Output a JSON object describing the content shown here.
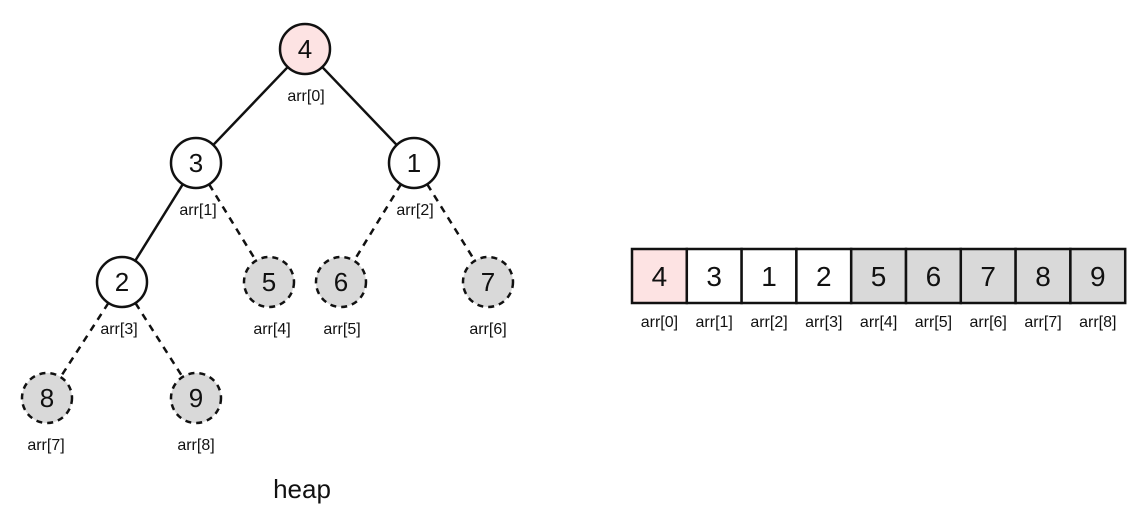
{
  "colors": {
    "highlight": "#fde3e3",
    "sorted": "#d9d9d9",
    "normal": "#ffffff",
    "stroke": "#111111"
  },
  "heap": {
    "caption": "heap",
    "nodes": [
      {
        "value": "4",
        "label": "arr[0]",
        "state": "highlight"
      },
      {
        "value": "3",
        "label": "arr[1]",
        "state": "normal"
      },
      {
        "value": "1",
        "label": "arr[2]",
        "state": "normal"
      },
      {
        "value": "2",
        "label": "arr[3]",
        "state": "normal"
      },
      {
        "value": "5",
        "label": "arr[4]",
        "state": "sorted"
      },
      {
        "value": "6",
        "label": "arr[5]",
        "state": "sorted"
      },
      {
        "value": "7",
        "label": "arr[6]",
        "state": "sorted"
      },
      {
        "value": "8",
        "label": "arr[7]",
        "state": "sorted"
      },
      {
        "value": "9",
        "label": "arr[8]",
        "state": "sorted"
      }
    ]
  },
  "array": {
    "cells": [
      {
        "value": "4",
        "label": "arr[0]",
        "state": "highlight"
      },
      {
        "value": "3",
        "label": "arr[1]",
        "state": "normal"
      },
      {
        "value": "1",
        "label": "arr[2]",
        "state": "normal"
      },
      {
        "value": "2",
        "label": "arr[3]",
        "state": "normal"
      },
      {
        "value": "5",
        "label": "arr[4]",
        "state": "sorted"
      },
      {
        "value": "6",
        "label": "arr[5]",
        "state": "sorted"
      },
      {
        "value": "7",
        "label": "arr[6]",
        "state": "sorted"
      },
      {
        "value": "8",
        "label": "arr[7]",
        "state": "sorted"
      },
      {
        "value": "9",
        "label": "arr[8]",
        "state": "sorted"
      }
    ]
  }
}
